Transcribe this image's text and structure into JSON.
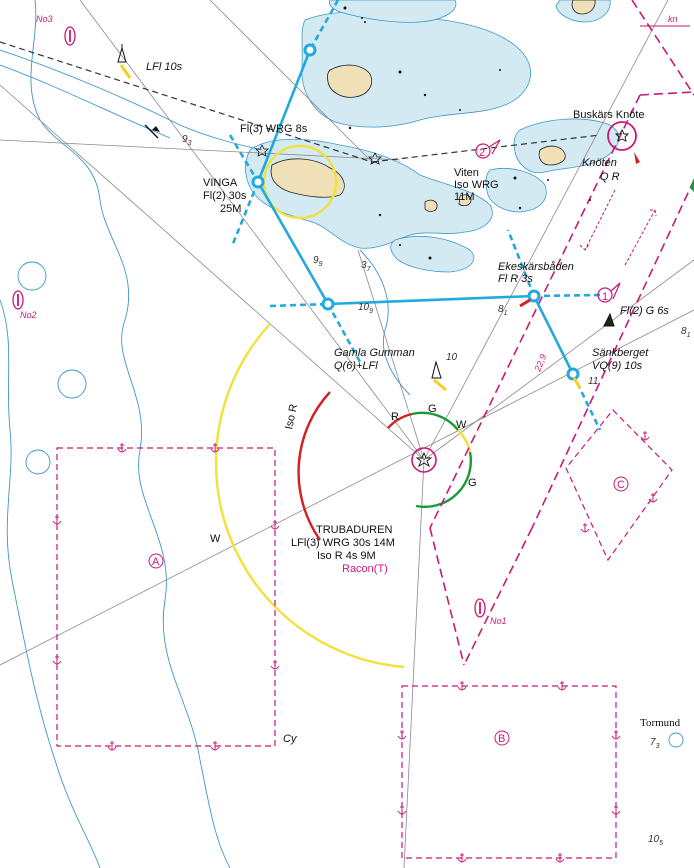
{
  "chart": {
    "colors": {
      "water": "#ffffff",
      "land": "#efe0b8",
      "shallow": "#d4eaf2",
      "contour": "#3e97c8",
      "magenta": "#c8197a",
      "leading_line": "#22aadd",
      "sector_red": "#d41f26",
      "sector_green": "#1a9a3a",
      "sector_yellow": "#f2e13a"
    },
    "labels": {
      "corner_kn": "kn",
      "buoy_no3": "No3",
      "buoy_no2": "No2",
      "buoy_no1": "No1",
      "lfl_10s": "LFl 10s",
      "fl3_wrg": "Fl(3) WRG 8s",
      "vinga_name": "VINGA",
      "vinga_char": "Fl(2) 30s",
      "vinga_range": "25M",
      "buskars": "Buskärs Knöte",
      "knoten_name": "Knöten",
      "knoten_char": "Q R",
      "viten_name": "Viten",
      "viten_char": "Iso WRG",
      "viten_range": "11M",
      "ekeskars_name": "Ekeskärsbåden",
      "ekeskars_char": "Fl R 3s",
      "fl2_g6s": "Fl(2) G 6s",
      "sankberget_name": "Sänkberget",
      "sankberget_char": "VQ(9) 10s",
      "gamla_name": "Gamla Gumman",
      "gamla_char": "Q(6)+LFl",
      "trub_name": "TRUBADUREN",
      "trub_char1": "LFl(3) WRG 30s 14M",
      "trub_char2": "Iso R 4s 9M",
      "trub_racon": "Racon(T)",
      "iso_r": "Iso R",
      "sector_r": "R",
      "sector_g_top": "G",
      "sector_w_top": "W",
      "sector_g_right": "G",
      "sector_w_left": "W",
      "course": "22,9",
      "route_2": "2",
      "route_1": "1",
      "anchorage_a": "A",
      "anchorage_b": "B",
      "anchorage_c": "C",
      "tormund": "Tormund",
      "cy": "Cy"
    },
    "depths": {
      "d1": "9",
      "d1s": "3",
      "d2": "9",
      "d2s": "9",
      "d3": "3",
      "d3s": "7",
      "d4": "10",
      "d4s": "9",
      "d5": "10",
      "d6": "8",
      "d6s": "1",
      "d7": "11",
      "d7s": "",
      "d8": "8",
      "d8s": "1",
      "d9": "7",
      "d9s": "3",
      "d10": "10",
      "d10s": "5"
    }
  }
}
